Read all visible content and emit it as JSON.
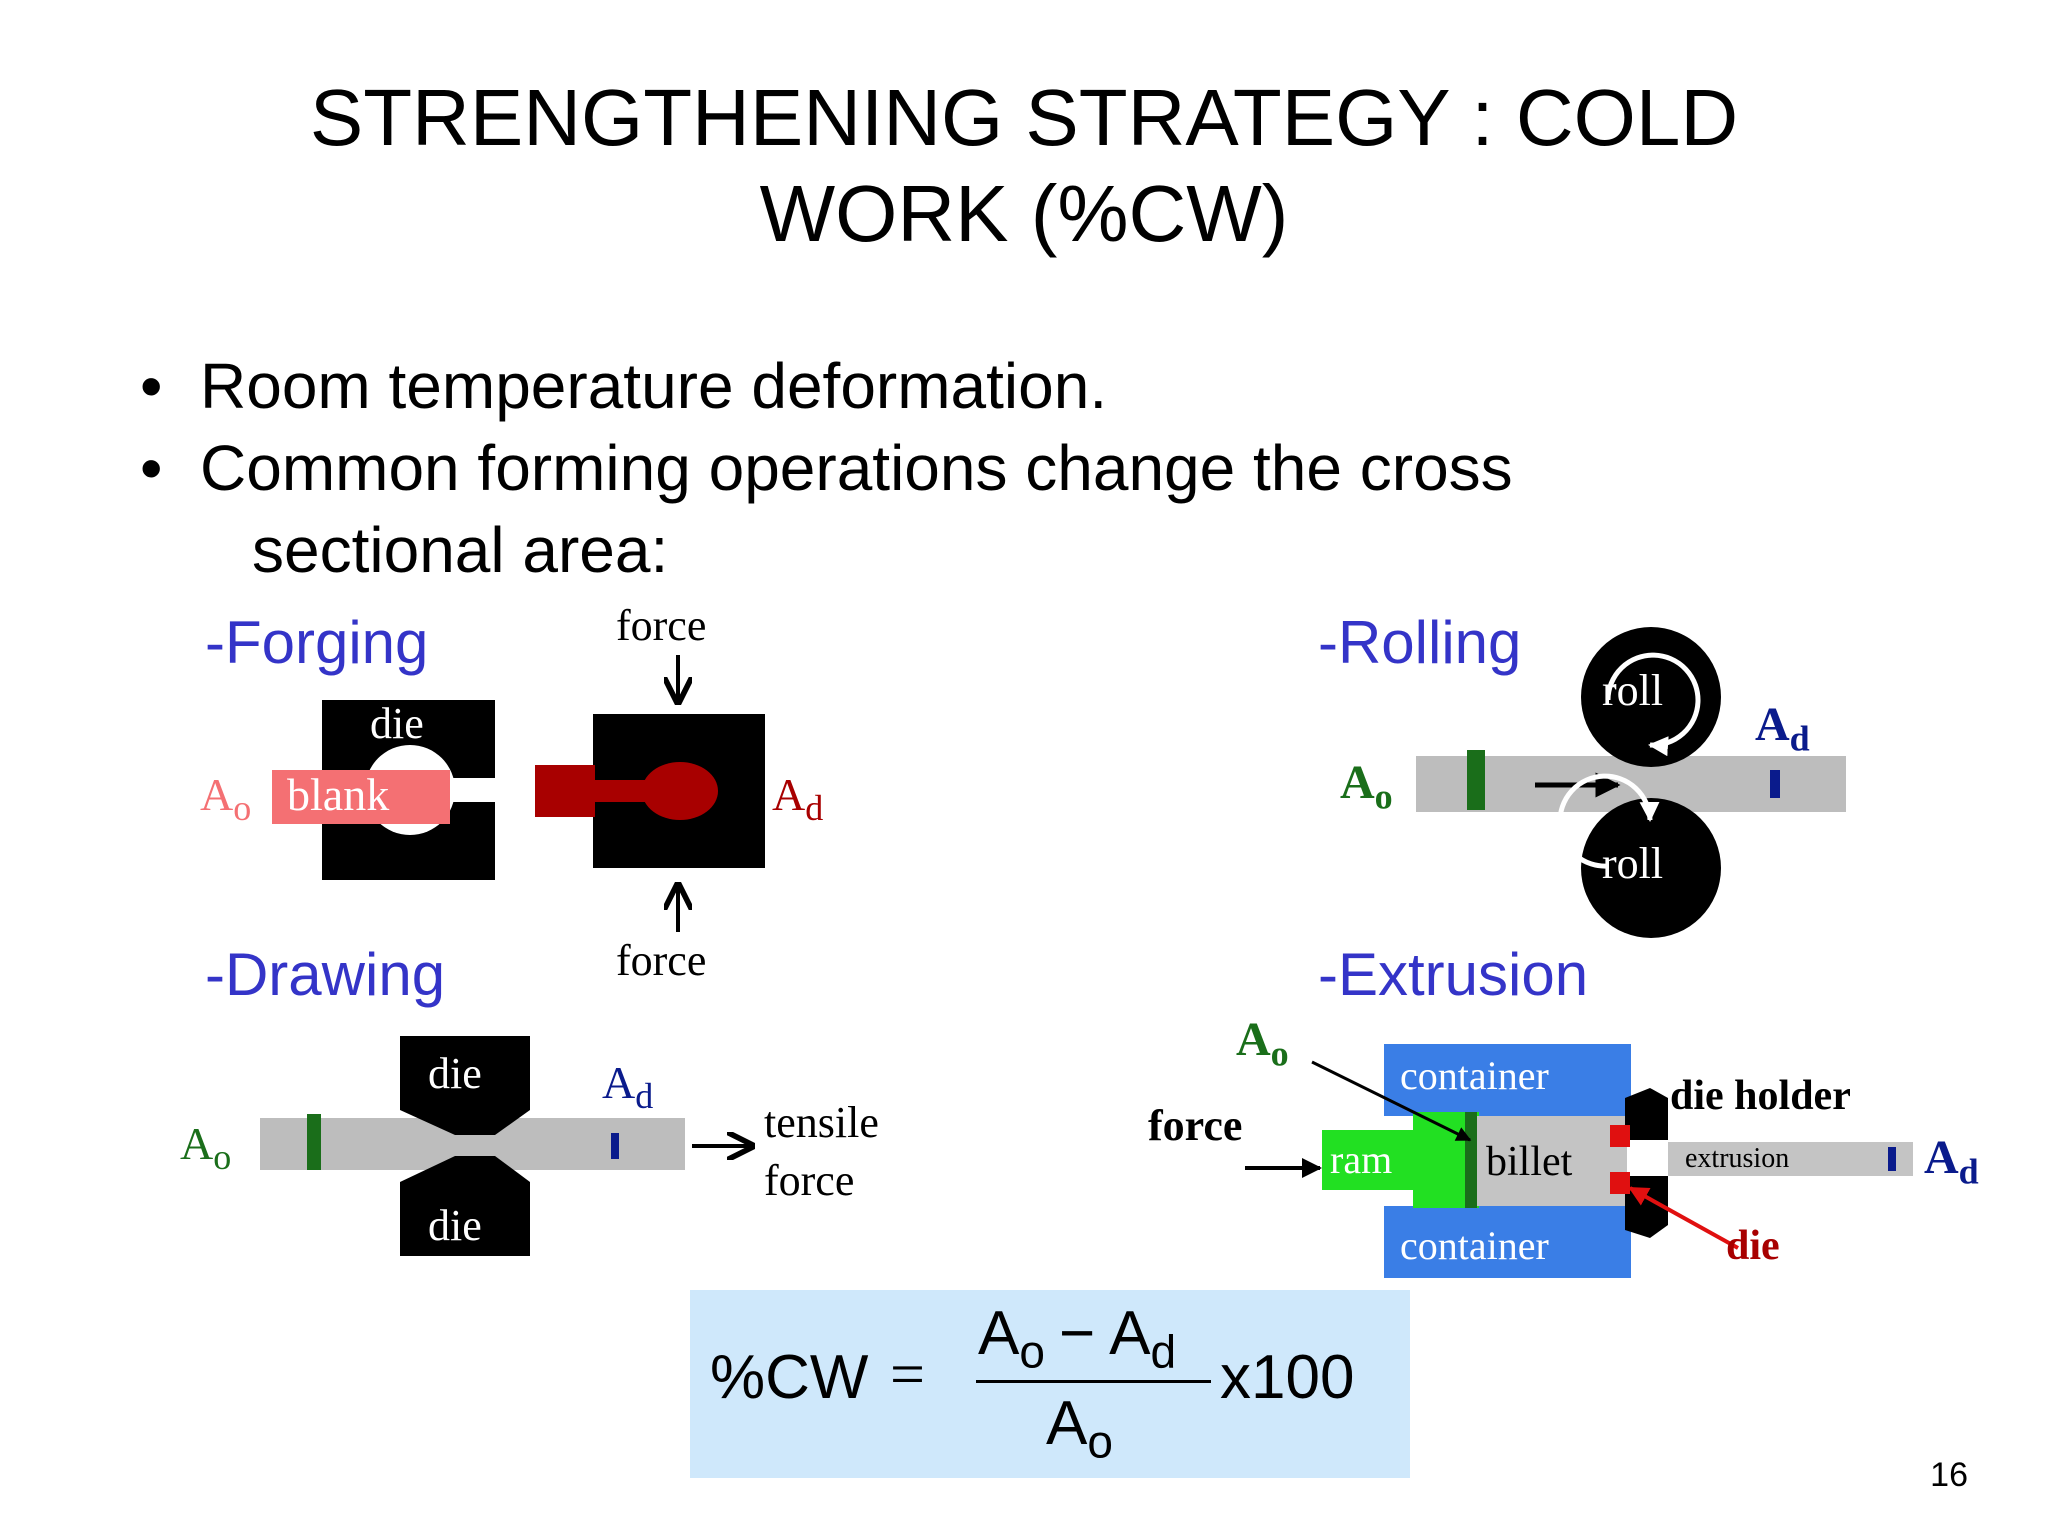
{
  "title": {
    "line1": "STRENGTHENING STRATEGY :  COLD",
    "line2": "WORK (%CW)"
  },
  "bullets": [
    {
      "text": "Room temperature deformation."
    },
    {
      "text_line1": "Common forming operations change the cross",
      "text_line2": "sectional area:"
    }
  ],
  "bullet_symbol": "•",
  "sections": {
    "forging": {
      "heading": "-Forging",
      "force_top": "force",
      "force_bottom": "force",
      "die": "die",
      "blank": "blank",
      "ao": "A",
      "ao_sub": "o",
      "ad": "A",
      "ad_sub": "d"
    },
    "rolling": {
      "heading": "-Rolling",
      "roll_top": "roll",
      "roll_bottom": "roll",
      "ao": "A",
      "ao_sub": "o",
      "ad": "A",
      "ad_sub": "d"
    },
    "drawing": {
      "heading": "-Drawing",
      "die_top": "die",
      "die_bottom": "die",
      "ao": "A",
      "ao_sub": "o",
      "ad": "A",
      "ad_sub": "d",
      "tensile": "tensile",
      "force": "force"
    },
    "extrusion": {
      "heading": "-Extrusion",
      "container_top": "container",
      "container_bottom": "container",
      "ram": "ram",
      "billet": "billet",
      "force": "force",
      "die_holder": "die holder",
      "extrusion": "extrusion",
      "die": "die",
      "ao": "A",
      "ao_sub": "o",
      "ad": "A",
      "ad_sub": "d"
    }
  },
  "formula": {
    "lhs": "%CW",
    "equals": "=",
    "num_a": "A",
    "num_a_sub": "o",
    "minus": "−",
    "num_b": "A",
    "num_b_sub": "d",
    "den": "A",
    "den_sub": "o",
    "factor": "x100"
  },
  "page_number": "16",
  "colors": {
    "heading_blue": "#3434c8",
    "blank_pink": "#f47073",
    "dark_red": "#a80000",
    "green_mark": "#1a6e1a",
    "navy_mark": "#0a1b8c",
    "container_blue": "#3a7ee6",
    "ram_green": "#22e022",
    "die_red": "#e01010",
    "formula_bg": "#cfe8fb"
  }
}
